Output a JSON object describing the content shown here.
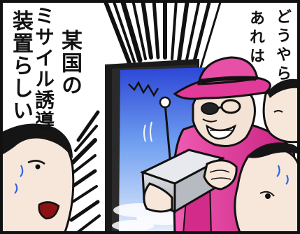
{
  "narration": {
    "lines": [
      "装置らしい",
      "ミサイル誘導",
      "某国の"
    ]
  },
  "speech": {
    "lines": [
      "どうやら",
      "あれは"
    ]
  },
  "colors": {
    "sky_top": "#2c46d6",
    "sky_mid": "#6f9ef0",
    "sky_bottom": "#e6eefc",
    "villain_suit": "#e8379f",
    "villain_suit_dark": "#b5186f",
    "device": "#c7c9cf",
    "skin": "#f7e7da",
    "ink": "#111111"
  }
}
